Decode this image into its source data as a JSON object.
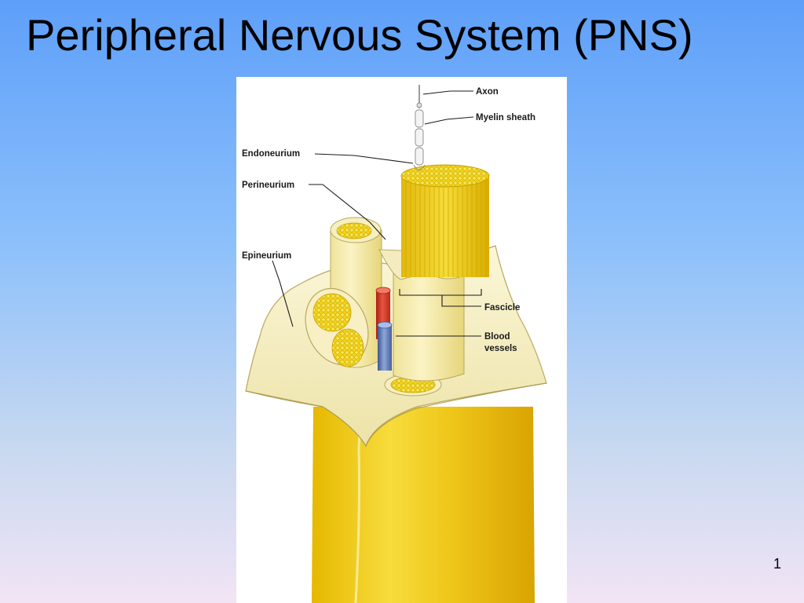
{
  "slide": {
    "title": "Peripheral Nervous System (PNS)",
    "page_number": "1"
  },
  "diagram": {
    "labels": {
      "axon": "Axon",
      "myelin_sheath": "Myelin sheath",
      "endoneurium": "Endoneurium",
      "perineurium": "Perineurium",
      "epineurium": "Epineurium",
      "fascicle": "Fascicle",
      "blood_vessels_line1": "Blood",
      "blood_vessels_line2": "vessels"
    },
    "colors": {
      "nerve_yellow": "#e8c21a",
      "fiber_yellow": "#f2dc3a",
      "sheath_cream": "#f4efc4",
      "artery_red": "#d63a2a",
      "vein_blue": "#5b77b8"
    }
  }
}
